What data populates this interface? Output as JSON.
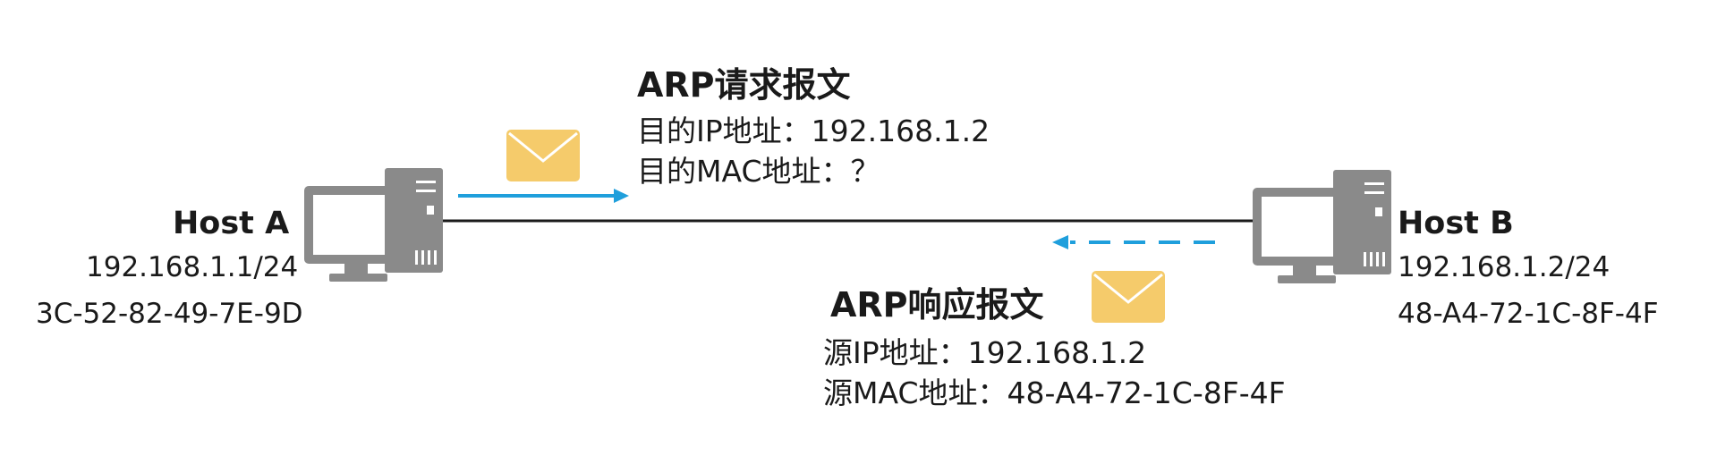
{
  "colors": {
    "link_line": "#1a1a1a",
    "arrow": "#1f9fdc",
    "envelope": "#f5cb6b",
    "envelope_flap": "#ffffff",
    "computer_body": "#8a8a8a",
    "computer_screen": "#ffffff"
  },
  "icons": {
    "host_a": "desktop-computer-icon",
    "host_b": "desktop-computer-icon",
    "request_message": "envelope-icon",
    "reply_message": "envelope-icon"
  },
  "host_a": {
    "name": "Host A",
    "ip": "192.168.1.1/24",
    "mac": "3C-52-82-49-7E-9D"
  },
  "host_b": {
    "name": "Host B",
    "ip": "192.168.1.2/24",
    "mac": "48-A4-72-1C-8F-4F"
  },
  "arp_request": {
    "title": "ARP请求报文",
    "dest_ip": "目的IP地址：192.168.1.2",
    "dest_mac": "目的MAC地址：？"
  },
  "arp_reply": {
    "title": "ARP响应报文",
    "src_ip": "源IP地址：192.168.1.2",
    "src_mac": "源MAC地址：48-A4-72-1C-8F-4F"
  }
}
